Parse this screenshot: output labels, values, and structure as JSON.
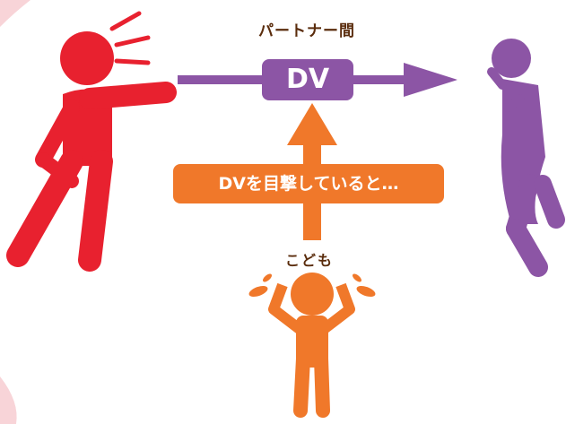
{
  "labels": {
    "partner": "パートナー間",
    "dv": "DV",
    "witness": "DVを目撃していると…",
    "child": "こども"
  },
  "colors": {
    "aggressor": "#e8212f",
    "victim": "#8c55a5",
    "child": "#f0782a",
    "label_text": "#5a2c0c",
    "corner": "#f8d4d8"
  },
  "figures": {
    "aggressor": "shouting-person",
    "victim": "cowering-person",
    "child": "child-covering-ears"
  }
}
